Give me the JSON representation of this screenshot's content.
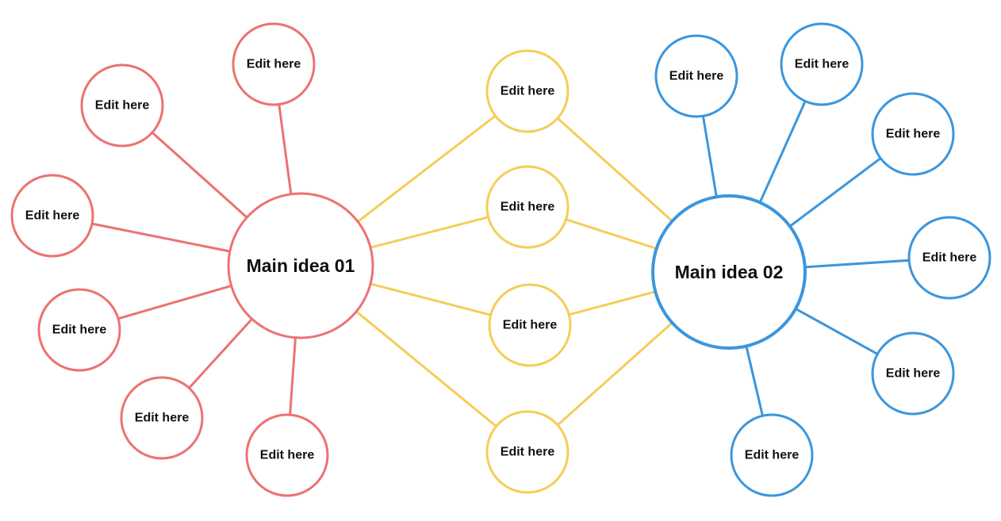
{
  "colors": {
    "left": "#ec7272",
    "middle": "#f5cd57",
    "right": "#3b96dd"
  },
  "main_nodes": [
    {
      "id": "main1",
      "label": "Main idea 01",
      "group": "left"
    },
    {
      "id": "main2",
      "label": "Main idea 02",
      "group": "right"
    }
  ],
  "left_nodes": [
    {
      "id": "l1",
      "label": "Edit here"
    },
    {
      "id": "l2",
      "label": "Edit here"
    },
    {
      "id": "l3",
      "label": "Edit here"
    },
    {
      "id": "l4",
      "label": "Edit here"
    },
    {
      "id": "l5",
      "label": "Edit here"
    },
    {
      "id": "l6",
      "label": "Edit here"
    }
  ],
  "middle_nodes": [
    {
      "id": "m1",
      "label": "Edit here"
    },
    {
      "id": "m2",
      "label": "Edit here"
    },
    {
      "id": "m3",
      "label": "Edit here"
    },
    {
      "id": "m4",
      "label": "Edit here"
    }
  ],
  "right_nodes": [
    {
      "id": "r1",
      "label": "Edit here"
    },
    {
      "id": "r2",
      "label": "Edit here"
    },
    {
      "id": "r3",
      "label": "Edit here"
    },
    {
      "id": "r4",
      "label": "Edit here"
    },
    {
      "id": "r5",
      "label": "Edit here"
    },
    {
      "id": "r6",
      "label": "Edit here"
    }
  ],
  "edges": [
    [
      "main1",
      "l1"
    ],
    [
      "main1",
      "l2"
    ],
    [
      "main1",
      "l3"
    ],
    [
      "main1",
      "l4"
    ],
    [
      "main1",
      "l5"
    ],
    [
      "main1",
      "l6"
    ],
    [
      "main1",
      "m1"
    ],
    [
      "main1",
      "m2"
    ],
    [
      "main1",
      "m3"
    ],
    [
      "main1",
      "m4"
    ],
    [
      "main2",
      "m1"
    ],
    [
      "main2",
      "m2"
    ],
    [
      "main2",
      "m3"
    ],
    [
      "main2",
      "m4"
    ],
    [
      "main2",
      "r1"
    ],
    [
      "main2",
      "r2"
    ],
    [
      "main2",
      "r3"
    ],
    [
      "main2",
      "r4"
    ],
    [
      "main2",
      "r5"
    ],
    [
      "main2",
      "r6"
    ]
  ]
}
